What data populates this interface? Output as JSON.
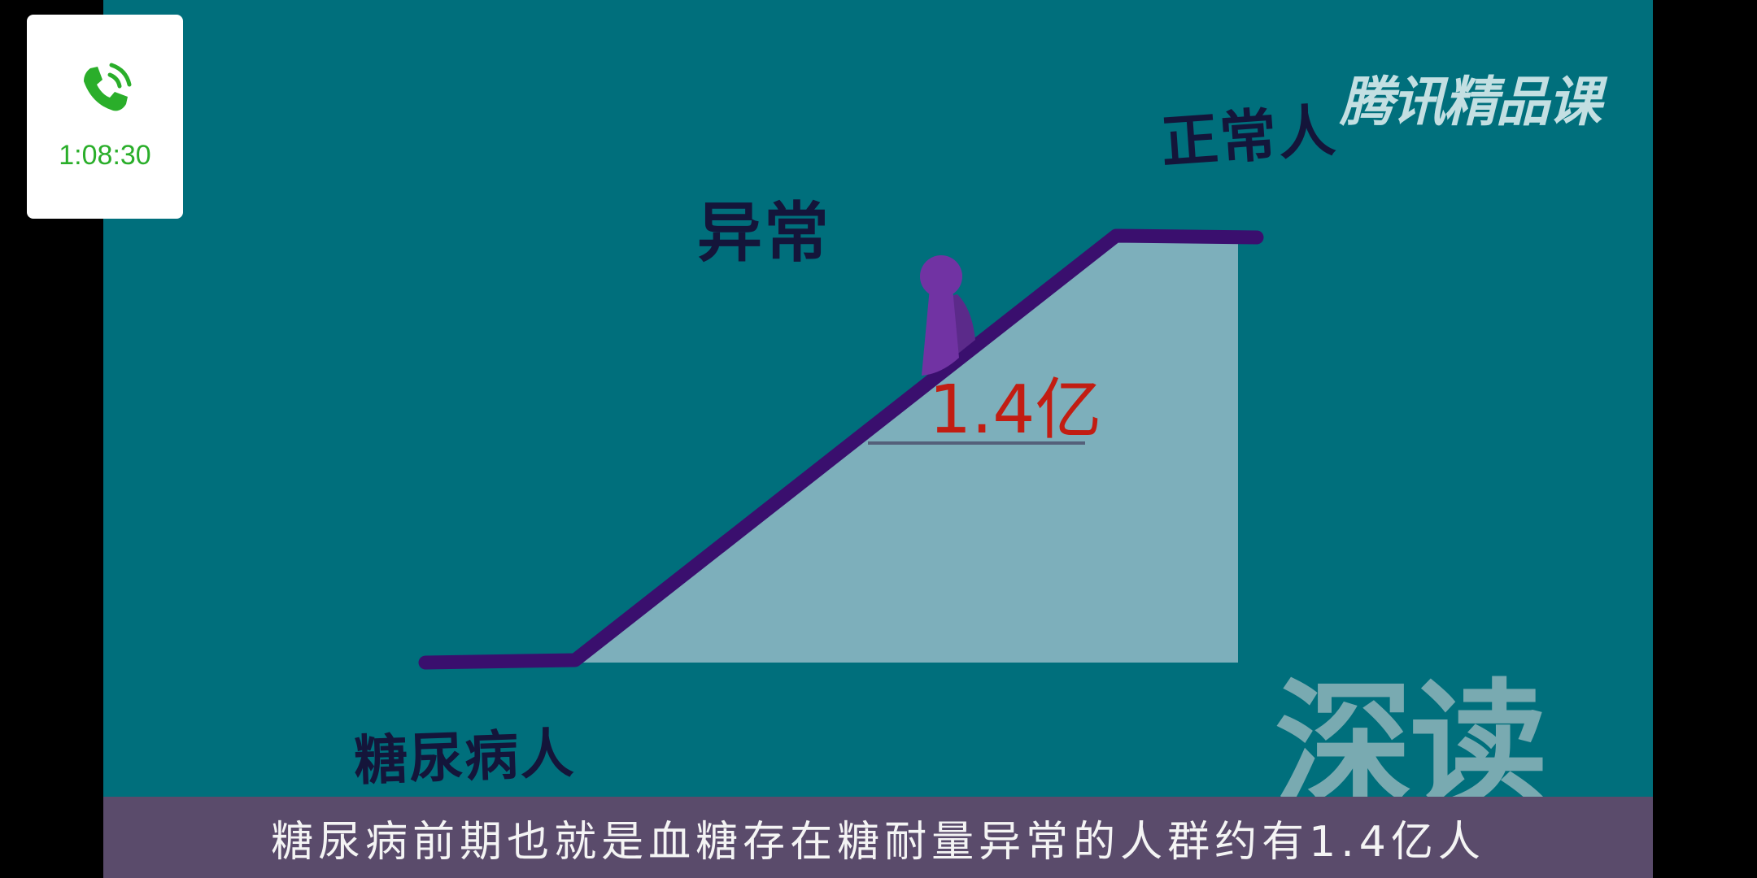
{
  "call": {
    "timer": "1:08:30",
    "icon": "phone-icon",
    "color": "#2aae2a"
  },
  "video": {
    "brand_top": "腾讯精品课",
    "watermark": "深读",
    "labels": {
      "normal": "正常人",
      "abnormal": "异常",
      "patient": "糖尿病人"
    },
    "value_label": "1.4亿",
    "subtitle": "糖尿病前期也就是血糖存在糖耐量异常的人群约有1.4亿人",
    "colors": {
      "background": "#006f7c",
      "ramp": "#a7c4d0",
      "line": "#3a0f6e",
      "figure": "#7133a3",
      "value": "#c21d12",
      "subtitle_bar": "#5a4b6b"
    }
  }
}
